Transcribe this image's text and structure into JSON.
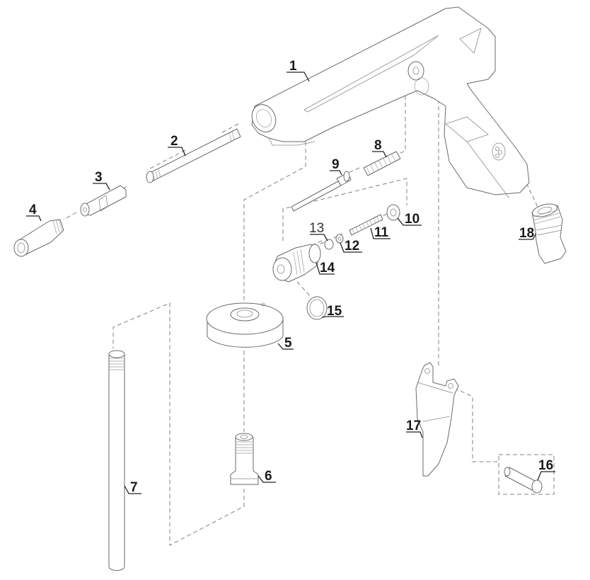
{
  "diagram": {
    "type": "exploded parts view",
    "subject": "blow gun / spray gun assembly",
    "colors": {
      "line": "#6a6a6a",
      "label": "#1a1a1a",
      "background": "#ffffff"
    },
    "parts": [
      {
        "id": 1,
        "label": "1",
        "description": "gun body with handle"
      },
      {
        "id": 2,
        "label": "2",
        "description": "threaded tube"
      },
      {
        "id": 3,
        "label": "3",
        "description": "hex nozzle adapter"
      },
      {
        "id": 4,
        "label": "4",
        "description": "nozzle tip"
      },
      {
        "id": 5,
        "label": "5",
        "description": "round container base"
      },
      {
        "id": 6,
        "label": "6",
        "description": "threaded hex fitting"
      },
      {
        "id": 7,
        "label": "7",
        "description": "long suction tube"
      },
      {
        "id": 8,
        "label": "8",
        "description": "coil spring"
      },
      {
        "id": 9,
        "label": "9",
        "description": "valve pin"
      },
      {
        "id": 10,
        "label": "10",
        "description": "washer"
      },
      {
        "id": 11,
        "label": "11",
        "description": "small spring"
      },
      {
        "id": 12,
        "label": "12",
        "description": "small washer"
      },
      {
        "id": 13,
        "label": "13",
        "description": "seal disc"
      },
      {
        "id": 14,
        "label": "14",
        "description": "valve housing screw"
      },
      {
        "id": 15,
        "label": "15",
        "description": "o-ring"
      },
      {
        "id": 16,
        "label": "16",
        "description": "trigger pin"
      },
      {
        "id": 17,
        "label": "17",
        "description": "trigger lever"
      },
      {
        "id": 18,
        "label": "18",
        "description": "air inlet connector"
      }
    ]
  }
}
